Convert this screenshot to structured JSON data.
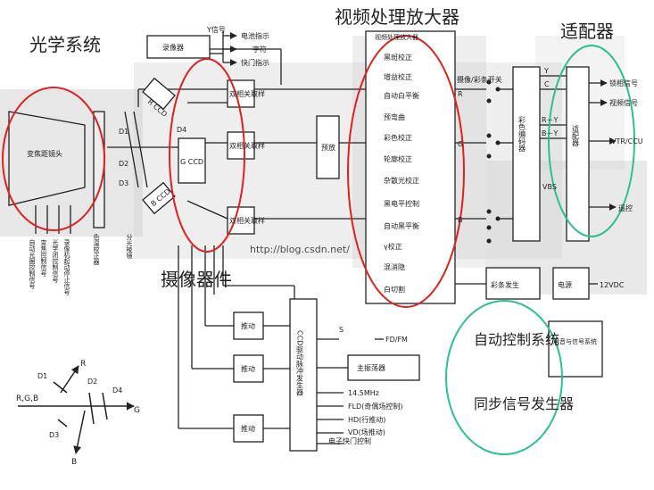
{
  "annotations": {
    "optics": "光学系统",
    "video_amp": "视频处理放大器",
    "adapter": "适配器",
    "imager": "摄像器件",
    "auto_ctrl": "自动控制系统",
    "sync_gen": "同步信号发生器"
  },
  "blocks": {
    "zoom_lens": "变焦距镜头",
    "recorder": "录像器",
    "rccd": "R CCD",
    "gccd": "G CCD",
    "bccd": "B CCD",
    "cds1": "双相关取样",
    "cds2": "双相关取样",
    "cds3": "双相关取样",
    "preamp": "预放",
    "enc": "彩色编码器",
    "adapter_box": "适配器",
    "shadow_gen": "彩条发生",
    "power": "电源",
    "drv1": "推动",
    "drv2": "推动",
    "drv3": "推动",
    "ccd_pulse": "CCD驱动脉冲发生器",
    "master_osc": "主振荡器",
    "audio": "声音与信号系统"
  },
  "proc_items": [
    "黑斑校正",
    "增益校正",
    "自动白平衡",
    "预弯曲",
    "彩色校正",
    "轮廓校正",
    "杂散光校正",
    "黑电平控制",
    "自动黑平衡",
    "γ校正",
    "混消隐",
    "白切割"
  ],
  "labels": {
    "y_signal": "Y信号",
    "battery": "电池指示",
    "char": "字符",
    "shutter_ind": "快门指示",
    "proc_header": "视频处理放大器",
    "rec_switch": "摄像/彩条开关",
    "r_in": "R",
    "g_in": "G",
    "b_in": "B",
    "y": "Y",
    "c": "C",
    "ry": "R－Y",
    "by": "B－Y",
    "vbs": "VBS",
    "lock_sig": "锁相信号",
    "video_sig": "视频信号",
    "vtr": "VTR/CCU",
    "remote": "遥控",
    "dc12": "12VDC",
    "s": "S",
    "fdfm": "FD/FM",
    "mhz": "14.5MHz",
    "fld": "FLD(奇偶场控制)",
    "hd": "HD(行推动)",
    "vd": "VD(场推动)",
    "shutter_ctrl": "电子快门控制",
    "d1": "D1",
    "d2": "D2",
    "d3": "D3",
    "d4": "D4",
    "d1b": "D1",
    "d2b": "D2",
    "d3b": "D3",
    "d4b": "D4",
    "pr": "R",
    "pg": "G",
    "pb": "B",
    "prgb": "R,G,B",
    "watermark": "http://blog.csdn.net/"
  },
  "vlabels": {
    "v1": "自动光圈控制信号",
    "v2": "变焦控制信号",
    "v3": "光学闭控制信号",
    "v4": "录像机起动停止信号",
    "v5": "色温校正器",
    "v6": "分光棱镜"
  },
  "colors": {
    "red": "#e02020",
    "green": "#2cc08a",
    "ink": "#222222",
    "bg": "#cfcfcf"
  }
}
